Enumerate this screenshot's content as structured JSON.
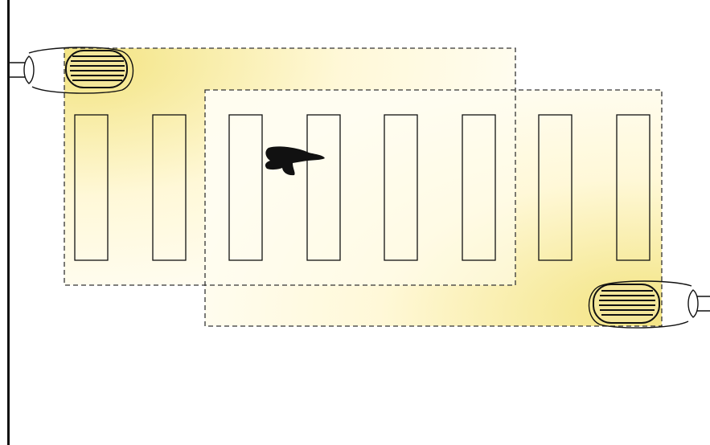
{
  "diagram": {
    "stripe_count": 8,
    "lamp_count": 2,
    "figure": "pedestrian-silhouette",
    "colors": {
      "light_strong": "#f2e27a",
      "light_soft": "#fffbe8",
      "pole": "#111111",
      "outline": "#111111",
      "dashed_border": "#333333",
      "background": "#ffffff"
    },
    "icons": [
      "street-lamp-icon",
      "pedestrian-icon"
    ]
  }
}
